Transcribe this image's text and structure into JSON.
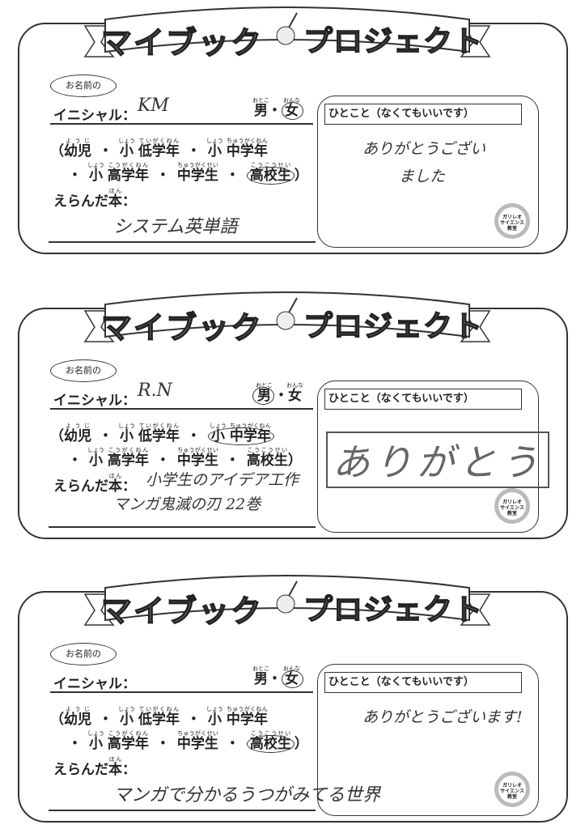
{
  "form": {
    "title_left": "マイブック",
    "title_right": "プロジェクト",
    "name_bubble": "お名前の",
    "initial_label": "イニシャル：",
    "gender_male": "男",
    "gender_male_ruby": "おとこ",
    "gender_female": "女",
    "gender_female_ruby": "おんな",
    "sep": "・",
    "open_paren": "（",
    "close_paren": "）",
    "grades": [
      {
        "text": "幼児",
        "ruby": "ようじ"
      },
      {
        "text": "小",
        "ruby": "しょう",
        "text2": "低学年",
        "ruby2": "ていがくねん"
      },
      {
        "text": "小",
        "ruby": "しょう",
        "text2": "中学年",
        "ruby2": "ちゅうがくねん"
      },
      {
        "text": "小",
        "ruby": "しょう",
        "text2": "高学年",
        "ruby2": "こうがくねん"
      },
      {
        "text": "中学生",
        "ruby": "ちゅうがくせい"
      },
      {
        "text": "高校生",
        "ruby": "こうこうせい"
      }
    ],
    "book_label_pre": "えらんだ",
    "book_label_kanji": "本",
    "book_label_ruby": "ほん",
    "book_label_colon": "：",
    "comment_header": "ひとこと（なくてもいいです）",
    "logo_lines": [
      "ガリレオ",
      "サイエンス",
      "教室"
    ]
  },
  "cards": [
    {
      "initial": "KM",
      "gender": "female",
      "grade": 5,
      "book_lines": [
        "システム英単語"
      ],
      "comment_lines": [
        "ありがとうござい",
        "ました"
      ],
      "comment_boxed": false
    },
    {
      "initial": "R.N",
      "gender": "male",
      "grade": 2,
      "book_lines": [
        "小学生のアイデア工作",
        "マンガ鬼滅の刃 22巻"
      ],
      "comment_lines": [
        "ありがとう"
      ],
      "comment_boxed": true
    },
    {
      "initial": "",
      "gender": "female",
      "grade": 5,
      "book_lines": [
        "マンガで分かるうつがみてる世界"
      ],
      "comment_lines": [
        "ありがとうございます!"
      ],
      "comment_boxed": false
    }
  ]
}
